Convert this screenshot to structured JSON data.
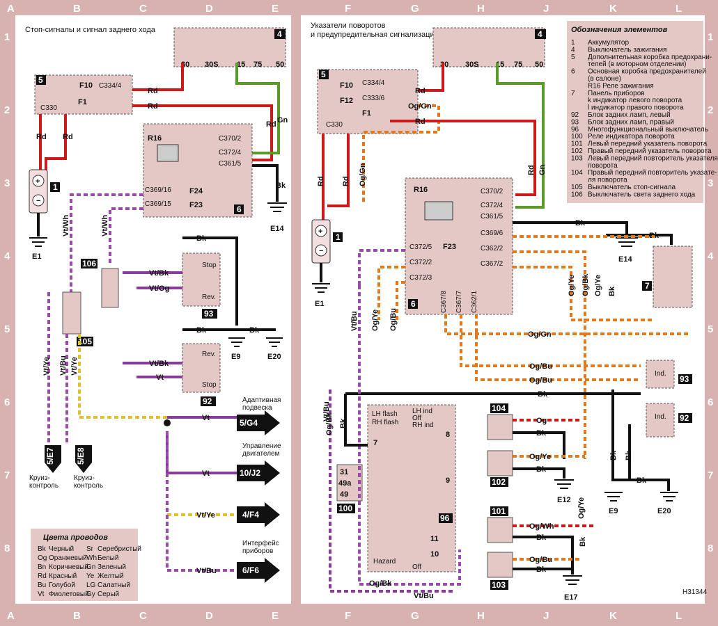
{
  "titles": {
    "left": "Стоп-сигналы и сигнал заднего хода",
    "right_1": "Указатели поворотов",
    "right_2": "и предупредительная сигнализация"
  },
  "grid": {
    "letters": [
      "A",
      "B",
      "C",
      "D",
      "E",
      "F",
      "G",
      "H",
      "J",
      "K",
      "L"
    ],
    "numbers": [
      "1",
      "2",
      "3",
      "4",
      "5",
      "6",
      "7",
      "8"
    ]
  },
  "components": {
    "c1": "1",
    "c4": "4",
    "c5": "5",
    "c6": "6",
    "c7": "7",
    "c92": "92",
    "c93": "93",
    "c96": "96",
    "c100": "100",
    "c101": "101",
    "c102": "102",
    "c103": "103",
    "c104": "104",
    "c105": "105",
    "c106": "106"
  },
  "terminals": {
    "t30": "30",
    "t30s": "30S",
    "t15": "15",
    "t75": "75",
    "t50": "50"
  },
  "fuses": {
    "f1": "F1",
    "f10": "F10",
    "f12": "F12",
    "f23": "F23",
    "f24": "F24"
  },
  "relays": {
    "r16": "R16"
  },
  "connectors": {
    "c334_4": "C334/4",
    "c330": "C330",
    "c333_6": "C333/6",
    "c370_2": "C370/2",
    "c372_4": "C372/4",
    "c361_5": "C361/5",
    "c369_16": "C369/16",
    "c369_15": "C369/15",
    "c369_6": "C369/6",
    "c362_2": "C362/2",
    "c367_2": "C367/2",
    "c372_5": "C372/5",
    "c372_2": "C372/2",
    "c372_3": "C372/3",
    "c367_8": "C367/8",
    "c367_7": "C367/7",
    "c362_1": "C362/1"
  },
  "wires": {
    "rd": "Rd",
    "gn": "Gn",
    "bk": "Bk",
    "vt": "Vt",
    "og": "Og",
    "vt_wh": "Vt/Wh",
    "vt_ye": "Vt/Ye",
    "vt_bu": "Vt/Bu",
    "vt_bk": "Vt/Bk",
    "vt_og": "Vt/Og",
    "og_gn": "Og/Gn",
    "og_ye": "Og/Ye",
    "og_bk": "Og/Bk",
    "og_bu": "Og/Bu",
    "og_wh": "Og/Wh"
  },
  "grounds": {
    "e1": "E1",
    "e9": "E9",
    "e12": "E12",
    "e14": "E14",
    "e17": "E17",
    "e20": "E20"
  },
  "lamps": {
    "stop": "Stop",
    "rev": "Rev.",
    "ind": "Ind."
  },
  "refs": {
    "r5_e7": "5/E7",
    "r5_e8": "5/E8",
    "r5_g4": "5/G4",
    "r10_j2": "10/J2",
    "r4_f4": "4/F4",
    "r6_f6": "6/F6"
  },
  "labels": {
    "cruise_1": "Круиз-",
    "cruise_2": "контроль",
    "adaptive_1": "Адаптивная",
    "adaptive_2": "подвеска",
    "engine_1": "Управление",
    "engine_2": "двигателем",
    "interface_1": "Интерфейс",
    "interface_2": "приборов"
  },
  "switch96": {
    "lh_flash": "LH flash",
    "rh_flash": "RH flash",
    "lh_ind": "LH ind",
    "off": "Off",
    "rh_ind": "RH ind",
    "hazard": "Hazard",
    "t7": "7",
    "t8": "8",
    "t9": "9",
    "t10": "10",
    "t11": "11"
  },
  "relay100": {
    "t31": "31",
    "t49a": "49a",
    "t49": "49"
  },
  "legend": {
    "title": "Цвета проводов",
    "rows": [
      [
        "Bk",
        "Черный",
        "Sr",
        "Серебристый"
      ],
      [
        "Og",
        "Оранжевый",
        "Wh",
        "Белый"
      ],
      [
        "Bn",
        "Коричневый",
        "Gn",
        "Зеленый"
      ],
      [
        "Rd",
        "Красный",
        "Ye",
        "Желтый"
      ],
      [
        "Bu",
        "Голубой",
        "LG",
        "Салатный"
      ],
      [
        "Vt",
        "Фиолетовый",
        "Gy",
        "Серый"
      ]
    ]
  },
  "elements": {
    "title": "Обозначения элементов",
    "rows": [
      [
        "1",
        "Аккумулятор"
      ],
      [
        "4",
        "Выключатель зажигания"
      ],
      [
        "5",
        "Дополнительная коробка предохрани-"
      ],
      [
        "",
        "телей (в моторном отделении)"
      ],
      [
        "6",
        "Основная коробка предохранителей"
      ],
      [
        "",
        "(в салоне)"
      ],
      [
        "",
        "R16 Реле зажигания"
      ],
      [
        "7",
        "Панель приборов"
      ],
      [
        "",
        "k индикатор левого поворота"
      ],
      [
        "",
        "l индикатор правого поворота"
      ],
      [
        "92",
        "Блок задних ламп, левый"
      ],
      [
        "93",
        "Блок задних ламп, правый"
      ],
      [
        "96",
        "Многофункциональный выключатель"
      ],
      [
        "100",
        "Реле индикатора поворота"
      ],
      [
        "101",
        "Левый передний указатель поворота"
      ],
      [
        "102",
        "Правый передний указатель поворота"
      ],
      [
        "103",
        "Левый передний повторитель указателя"
      ],
      [
        "",
        "поворота"
      ],
      [
        "104",
        "Правый передний повторитель указате-"
      ],
      [
        "",
        "ля поворота"
      ],
      [
        "105",
        "Выключатель стоп-сигнала"
      ],
      [
        "106",
        "Выключатель света заднего хода"
      ]
    ]
  },
  "figure": {
    "code": "H31344"
  }
}
